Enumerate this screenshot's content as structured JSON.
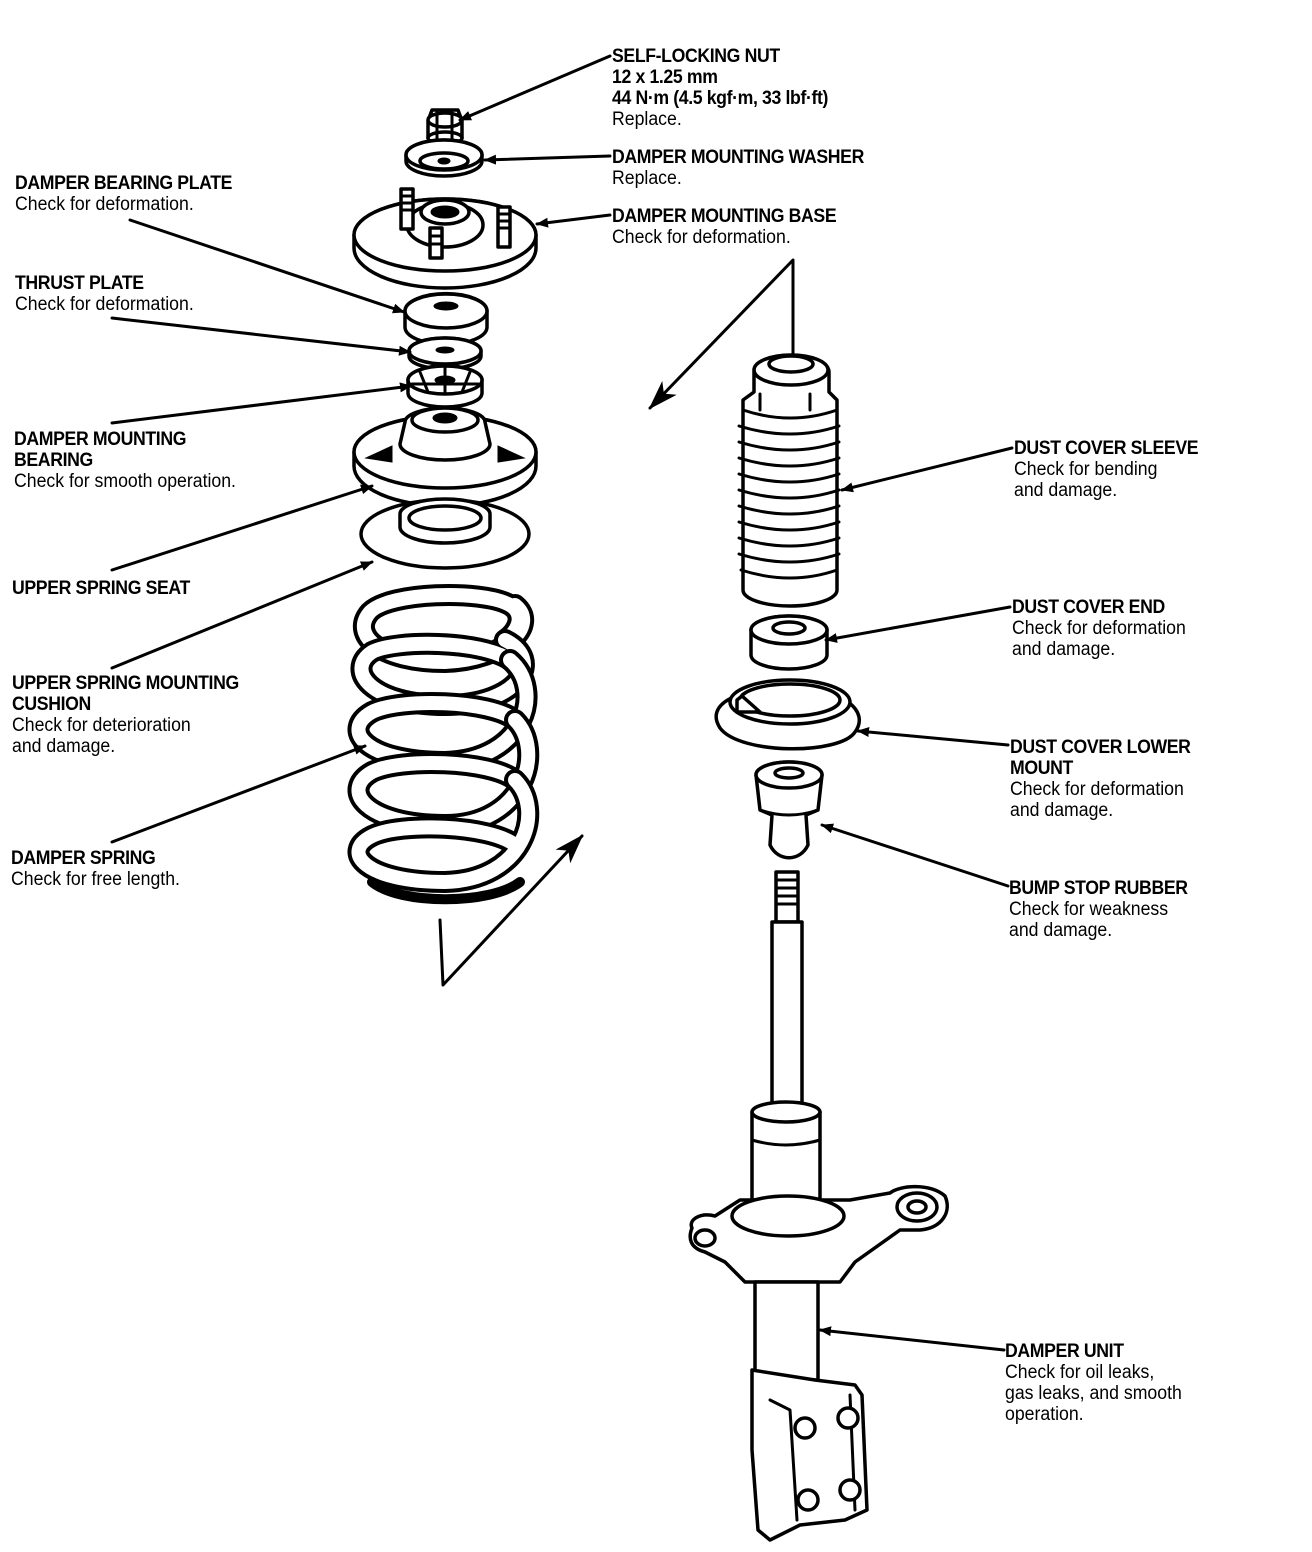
{
  "labels": {
    "self_locking_nut": {
      "name": "SELF-LOCKING NUT",
      "lines": [
        "12 x 1.25 mm",
        "44 N·m (4.5 kgf·m, 33 lbf·ft)"
      ],
      "note": "Replace."
    },
    "damper_mounting_washer": {
      "name": "DAMPER MOUNTING WASHER",
      "note": "Replace."
    },
    "damper_mounting_base": {
      "name": "DAMPER MOUNTING BASE",
      "note": "Check for deformation."
    },
    "damper_bearing_plate": {
      "name": "DAMPER BEARING PLATE",
      "note": "Check for deformation."
    },
    "thrust_plate": {
      "name": "THRUST PLATE",
      "note": "Check for deformation."
    },
    "damper_mounting_bearing": {
      "name1": "DAMPER MOUNTING",
      "name2": "BEARING",
      "note": "Check for smooth operation."
    },
    "upper_spring_seat": {
      "name": "UPPER SPRING SEAT"
    },
    "upper_spring_mounting_cushion": {
      "name1": "UPPER SPRING MOUNTING",
      "name2": "CUSHION",
      "note1": "Check for deterioration",
      "note2": "and damage."
    },
    "damper_spring": {
      "name": "DAMPER SPRING",
      "note": "Check for free length."
    },
    "dust_cover_sleeve": {
      "name": "DUST COVER SLEEVE",
      "note1": "Check for bending",
      "note2": "and damage."
    },
    "dust_cover_end": {
      "name": "DUST COVER END",
      "note1": "Check for deformation",
      "note2": "and damage."
    },
    "dust_cover_lower_mount": {
      "name1": "DUST COVER LOWER",
      "name2": "MOUNT",
      "note1": "Check for deformation",
      "note2": "and damage."
    },
    "bump_stop_rubber": {
      "name": "BUMP STOP RUBBER",
      "note1": "Check for weakness",
      "note2": "and damage."
    },
    "damper_unit": {
      "name": "DAMPER UNIT",
      "note1": "Check for oil leaks,",
      "note2": "gas leaks, and smooth",
      "note3": "operation."
    }
  }
}
